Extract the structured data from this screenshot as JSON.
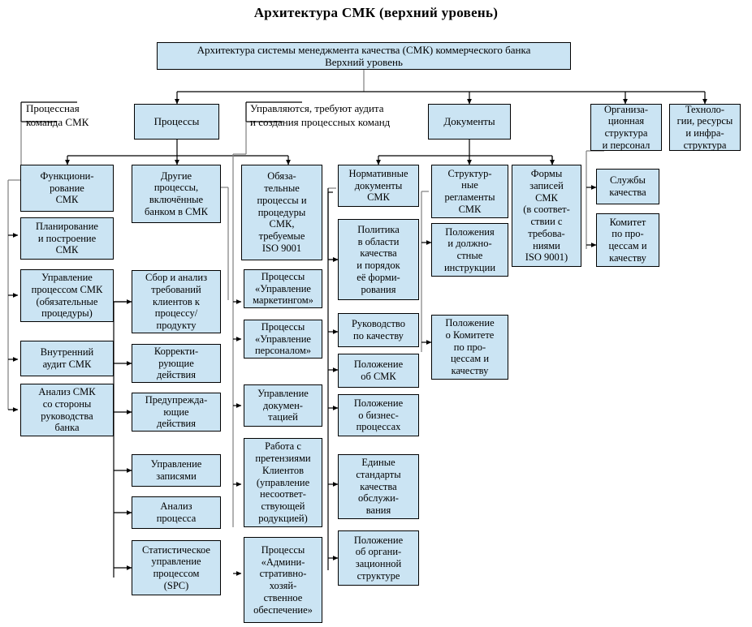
{
  "title": "Архитектура СМК (верхний уровень)",
  "root": {
    "label": "Архитектура системы менеджмента качества (СМК) коммерческого банка\nВерхний уровень"
  },
  "notes": [
    {
      "id": "note-process-team",
      "text": "Процессная\nкоманда СМК"
    },
    {
      "id": "note-managed-audited",
      "text": "Управляются, требуют аудита\nи создания процессных команд"
    }
  ],
  "level2": [
    {
      "id": "processes",
      "label": "Процессы"
    },
    {
      "id": "documents",
      "label": "Документы"
    },
    {
      "id": "org-structure",
      "label": "Организа-\nционная\nструктура\nи персонал"
    },
    {
      "id": "technologies",
      "label": "Техноло-\nгии, ресурсы\nи инфра-\nструктура"
    }
  ],
  "columns": [
    {
      "id": "col-functioning",
      "head": "Функциони-\nрование\nСМК",
      "items": [
        "Планирование\nи построение\nСМК",
        "Управление\nпроцессом СМК\n(обязательные\nпроцедуры)",
        "Внутренний\nаудит СМК",
        "Анализ СМК\nсо стороны\nруководства\nбанка"
      ]
    },
    {
      "id": "col-other-processes",
      "head": "Другие\nпроцессы,\nвключённые\nбанком в СМК",
      "items": [
        "Сбор и анализ\nтребований\nклиентов к\nпроцессу/\nпродукту",
        "Корректи-\nрующие\nдействия",
        "Предупрежда-\nющие\nдействия",
        "Управление\nзаписями",
        "Анализ\nпроцесса",
        "Статистическое\nуправление\nпроцессом\n(SPC)"
      ]
    },
    {
      "id": "col-mandatory",
      "head": "Обяза-\nтельные\nпроцессы и\nпроцедуры\nСМК,\nтребуемые\nISO 9001",
      "items": [
        "Процессы\n«Управление\nмаркетингом»",
        "Процессы\n«Управление\nперсоналом»",
        "Управление\nдокумен-\nтацией",
        "Работа с\nпретензиями\nКлиентов\n(управление\nнесоответ-\nствующей\nродукцией)",
        "Процессы\n«Админи-\nстративно-\nхозяй-\nственное\nобеспечение»"
      ]
    },
    {
      "id": "col-normative",
      "head": "Нормативные\nдокументы\nСМК",
      "items": [
        "Политика\nв области\nкачества\nи порядок\nеё форми-\nрования",
        "Руководство\nпо качеству",
        "Положение\nоб СМК",
        "Положение\nо бизнес-\nпроцессах",
        "Единые\nстандарты\nкачества\nобслужи-\nвания",
        "Положение\nоб органи-\nзационной\nструктуре"
      ]
    },
    {
      "id": "col-regulations",
      "head": "Структур-\nные\nрегламенты\nСМК",
      "items": [
        "Положения\nи должно-\nстные\nинструкции",
        "Положение\nо Комитете\nпо про-\nцессам и\nкачеству"
      ]
    },
    {
      "id": "col-records",
      "head": "Формы\nзаписей\nСМК\n(в соответ-\nствии с\nтребова-\nниями\nISO 9001)",
      "items": []
    },
    {
      "id": "col-org-units",
      "head": "",
      "items": [
        "Службы\nкачества",
        "Комитет\nпо про-\nцессам и\nкачеству"
      ]
    }
  ],
  "colors": {
    "box_fill": "#cbe4f3",
    "box_border": "#000000",
    "wire": "#000000",
    "wire_grey": "#7f7f7f",
    "background": "#ffffff"
  }
}
